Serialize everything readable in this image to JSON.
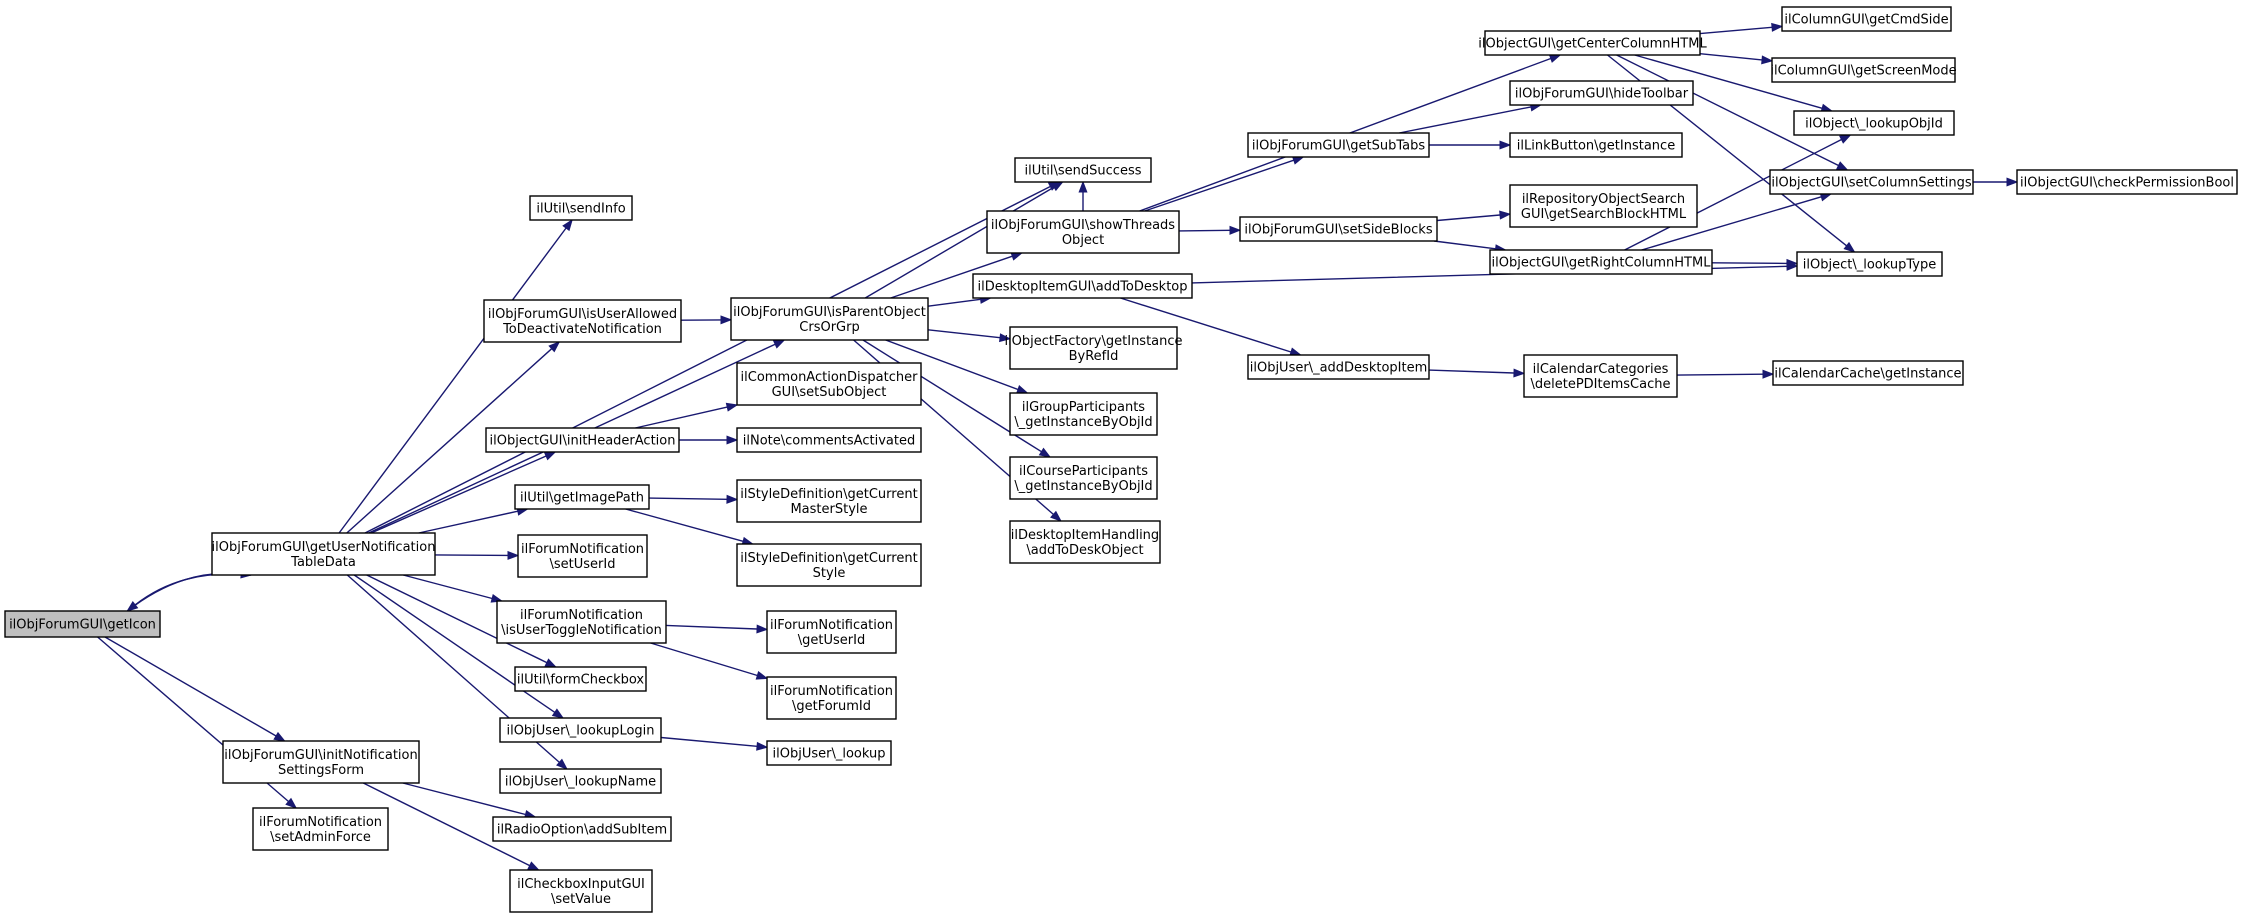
{
  "diagram": {
    "root": "ilObjForumGUI\\getIcon",
    "nodes": [
      {
        "id": "getIcon",
        "lines": [
          "ilObjForumGUI\\getIcon"
        ],
        "root": true
      },
      {
        "id": "getUserNotificationTableData",
        "lines": [
          "ilObjForumGUI\\getUserNotification",
          "TableData"
        ]
      },
      {
        "id": "initNotificationSettingsForm",
        "lines": [
          "ilObjForumGUI\\initNotification",
          "SettingsForm"
        ]
      },
      {
        "id": "setAdminForce",
        "lines": [
          "ilForumNotification",
          "\\setAdminForce"
        ]
      },
      {
        "id": "sendInfo",
        "lines": [
          "ilUtil\\sendInfo"
        ]
      },
      {
        "id": "isUserAllowedToDeactivateNotification",
        "lines": [
          "ilObjForumGUI\\isUserAllowed",
          "ToDeactivateNotification"
        ]
      },
      {
        "id": "initHeaderAction",
        "lines": [
          "ilObjectGUI\\initHeaderAction"
        ]
      },
      {
        "id": "getImagePath",
        "lines": [
          "ilUtil\\getImagePath"
        ]
      },
      {
        "id": "setUserId",
        "lines": [
          "ilForumNotification",
          "\\setUserId"
        ]
      },
      {
        "id": "isUserToggleNotification",
        "lines": [
          "ilForumNotification",
          "\\isUserToggleNotification"
        ]
      },
      {
        "id": "formCheckbox",
        "lines": [
          "ilUtil\\formCheckbox"
        ]
      },
      {
        "id": "lookupLogin",
        "lines": [
          "ilObjUser\\_lookupLogin"
        ]
      },
      {
        "id": "lookupName",
        "lines": [
          "ilObjUser\\_lookupName"
        ]
      },
      {
        "id": "addSubItem",
        "lines": [
          "ilRadioOption\\addSubItem"
        ]
      },
      {
        "id": "setValue",
        "lines": [
          "ilCheckboxInputGUI",
          "\\setValue"
        ]
      },
      {
        "id": "sendSuccess",
        "lines": [
          "ilUtil\\sendSuccess"
        ]
      },
      {
        "id": "isParentObjectCrsOrGrp",
        "lines": [
          "ilObjForumGUI\\isParentObject",
          "CrsOrGrp"
        ]
      },
      {
        "id": "setSubObject",
        "lines": [
          "ilCommonActionDispatcher",
          "GUI\\setSubObject"
        ]
      },
      {
        "id": "commentsActivated",
        "lines": [
          "ilNote\\commentsActivated"
        ]
      },
      {
        "id": "getCurrentMasterStyle",
        "lines": [
          "ilStyleDefinition\\getCurrent",
          "MasterStyle"
        ]
      },
      {
        "id": "getCurrentStyle",
        "lines": [
          "ilStyleDefinition\\getCurrent",
          "Style"
        ]
      },
      {
        "id": "fnGetUserId",
        "lines": [
          "ilForumNotification",
          "\\getUserId"
        ]
      },
      {
        "id": "getForumId",
        "lines": [
          "ilForumNotification",
          "\\getForumId"
        ]
      },
      {
        "id": "lookup",
        "lines": [
          "ilObjUser\\_lookup"
        ]
      },
      {
        "id": "showThreadsObject",
        "lines": [
          "ilObjForumGUI\\showThreads",
          "Object"
        ]
      },
      {
        "id": "addToDesktop",
        "lines": [
          "ilDesktopItemGUI\\addToDesktop"
        ]
      },
      {
        "id": "getInstanceByRefId",
        "lines": [
          "ilObjectFactory\\getInstance",
          "ByRefId"
        ]
      },
      {
        "id": "groupGetInstanceByObjId",
        "lines": [
          "ilGroupParticipants",
          "\\_getInstanceByObjId"
        ]
      },
      {
        "id": "courseGetInstanceByObjId",
        "lines": [
          "ilCourseParticipants",
          "\\_getInstanceByObjId"
        ]
      },
      {
        "id": "addToDeskObject",
        "lines": [
          "ilDesktopItemHandling",
          "\\addToDeskObject"
        ]
      },
      {
        "id": "getCenterColumnHTML",
        "lines": [
          "ilObjectGUI\\getCenterColumnHTML"
        ]
      },
      {
        "id": "getSubTabs",
        "lines": [
          "ilObjForumGUI\\getSubTabs"
        ]
      },
      {
        "id": "setSideBlocks",
        "lines": [
          "ilObjForumGUI\\setSideBlocks"
        ]
      },
      {
        "id": "addDesktopItem",
        "lines": [
          "ilObjUser\\_addDesktopItem"
        ]
      },
      {
        "id": "hideToolbar",
        "lines": [
          "ilObjForumGUI\\hideToolbar"
        ]
      },
      {
        "id": "linkGetInstance",
        "lines": [
          "ilLinkButton\\getInstance"
        ]
      },
      {
        "id": "getSearchBlockHTML",
        "lines": [
          "ilRepositoryObjectSearch",
          "GUI\\getSearchBlockHTML"
        ]
      },
      {
        "id": "getRightColumnHTML",
        "lines": [
          "ilObjectGUI\\getRightColumnHTML"
        ]
      },
      {
        "id": "deletePDItemsCache",
        "lines": [
          "ilCalendarCategories",
          "\\deletePDItemsCache"
        ]
      },
      {
        "id": "getCmdSide",
        "lines": [
          "ilColumnGUI\\getCmdSide"
        ]
      },
      {
        "id": "getScreenMode",
        "lines": [
          "ilColumnGUI\\getScreenMode"
        ]
      },
      {
        "id": "lookupObjId",
        "lines": [
          "ilObject\\_lookupObjId"
        ]
      },
      {
        "id": "setColumnSettings",
        "lines": [
          "ilObjectGUI\\setColumnSettings"
        ]
      },
      {
        "id": "lookupType",
        "lines": [
          "ilObject\\_lookupType"
        ]
      },
      {
        "id": "calendarCacheGetInstance",
        "lines": [
          "ilCalendarCache\\getInstance"
        ]
      },
      {
        "id": "checkPermissionBool",
        "lines": [
          "ilObjectGUI\\checkPermissionBool"
        ]
      }
    ],
    "edges": [
      [
        "getIcon",
        "getUserNotificationTableData"
      ],
      [
        "getUserNotificationTableData",
        "getIcon"
      ],
      [
        "getIcon",
        "initNotificationSettingsForm"
      ],
      [
        "getIcon",
        "setAdminForce"
      ],
      [
        "getUserNotificationTableData",
        "sendInfo"
      ],
      [
        "getUserNotificationTableData",
        "sendSuccess"
      ],
      [
        "getUserNotificationTableData",
        "isUserAllowedToDeactivateNotification"
      ],
      [
        "getUserNotificationTableData",
        "isParentObjectCrsOrGrp"
      ],
      [
        "getUserNotificationTableData",
        "initHeaderAction"
      ],
      [
        "getUserNotificationTableData",
        "getImagePath"
      ],
      [
        "getUserNotificationTableData",
        "setUserId"
      ],
      [
        "getUserNotificationTableData",
        "isUserToggleNotification"
      ],
      [
        "getUserNotificationTableData",
        "formCheckbox"
      ],
      [
        "getUserNotificationTableData",
        "lookupLogin"
      ],
      [
        "getUserNotificationTableData",
        "lookupName"
      ],
      [
        "initNotificationSettingsForm",
        "addSubItem"
      ],
      [
        "initNotificationSettingsForm",
        "setValue"
      ],
      [
        "isUserAllowedToDeactivateNotification",
        "isParentObjectCrsOrGrp"
      ],
      [
        "initHeaderAction",
        "setSubObject"
      ],
      [
        "initHeaderAction",
        "commentsActivated"
      ],
      [
        "getImagePath",
        "getCurrentMasterStyle"
      ],
      [
        "getImagePath",
        "getCurrentStyle"
      ],
      [
        "isUserToggleNotification",
        "fnGetUserId"
      ],
      [
        "isUserToggleNotification",
        "getForumId"
      ],
      [
        "lookupLogin",
        "lookup"
      ],
      [
        "isParentObjectCrsOrGrp",
        "sendSuccess"
      ],
      [
        "isParentObjectCrsOrGrp",
        "showThreadsObject"
      ],
      [
        "isParentObjectCrsOrGrp",
        "addToDesktop"
      ],
      [
        "isParentObjectCrsOrGrp",
        "getInstanceByRefId"
      ],
      [
        "isParentObjectCrsOrGrp",
        "groupGetInstanceByObjId"
      ],
      [
        "isParentObjectCrsOrGrp",
        "courseGetInstanceByObjId"
      ],
      [
        "isParentObjectCrsOrGrp",
        "addToDeskObject"
      ],
      [
        "showThreadsObject",
        "sendSuccess"
      ],
      [
        "showThreadsObject",
        "getCenterColumnHTML"
      ],
      [
        "showThreadsObject",
        "getSubTabs"
      ],
      [
        "showThreadsObject",
        "setSideBlocks"
      ],
      [
        "addToDesktop",
        "lookupType"
      ],
      [
        "addToDesktop",
        "addDesktopItem"
      ],
      [
        "getSubTabs",
        "hideToolbar"
      ],
      [
        "getSubTabs",
        "linkGetInstance"
      ],
      [
        "setSideBlocks",
        "getSearchBlockHTML"
      ],
      [
        "setSideBlocks",
        "getRightColumnHTML"
      ],
      [
        "addDesktopItem",
        "deletePDItemsCache"
      ],
      [
        "deletePDItemsCache",
        "calendarCacheGetInstance"
      ],
      [
        "getCenterColumnHTML",
        "getCmdSide"
      ],
      [
        "getCenterColumnHTML",
        "getScreenMode"
      ],
      [
        "getCenterColumnHTML",
        "lookupObjId"
      ],
      [
        "getCenterColumnHTML",
        "setColumnSettings"
      ],
      [
        "getCenterColumnHTML",
        "lookupType"
      ],
      [
        "getRightColumnHTML",
        "lookupObjId"
      ],
      [
        "getRightColumnHTML",
        "setColumnSettings"
      ],
      [
        "getRightColumnHTML",
        "lookupType"
      ],
      [
        "setColumnSettings",
        "checkPermissionBool"
      ]
    ]
  }
}
